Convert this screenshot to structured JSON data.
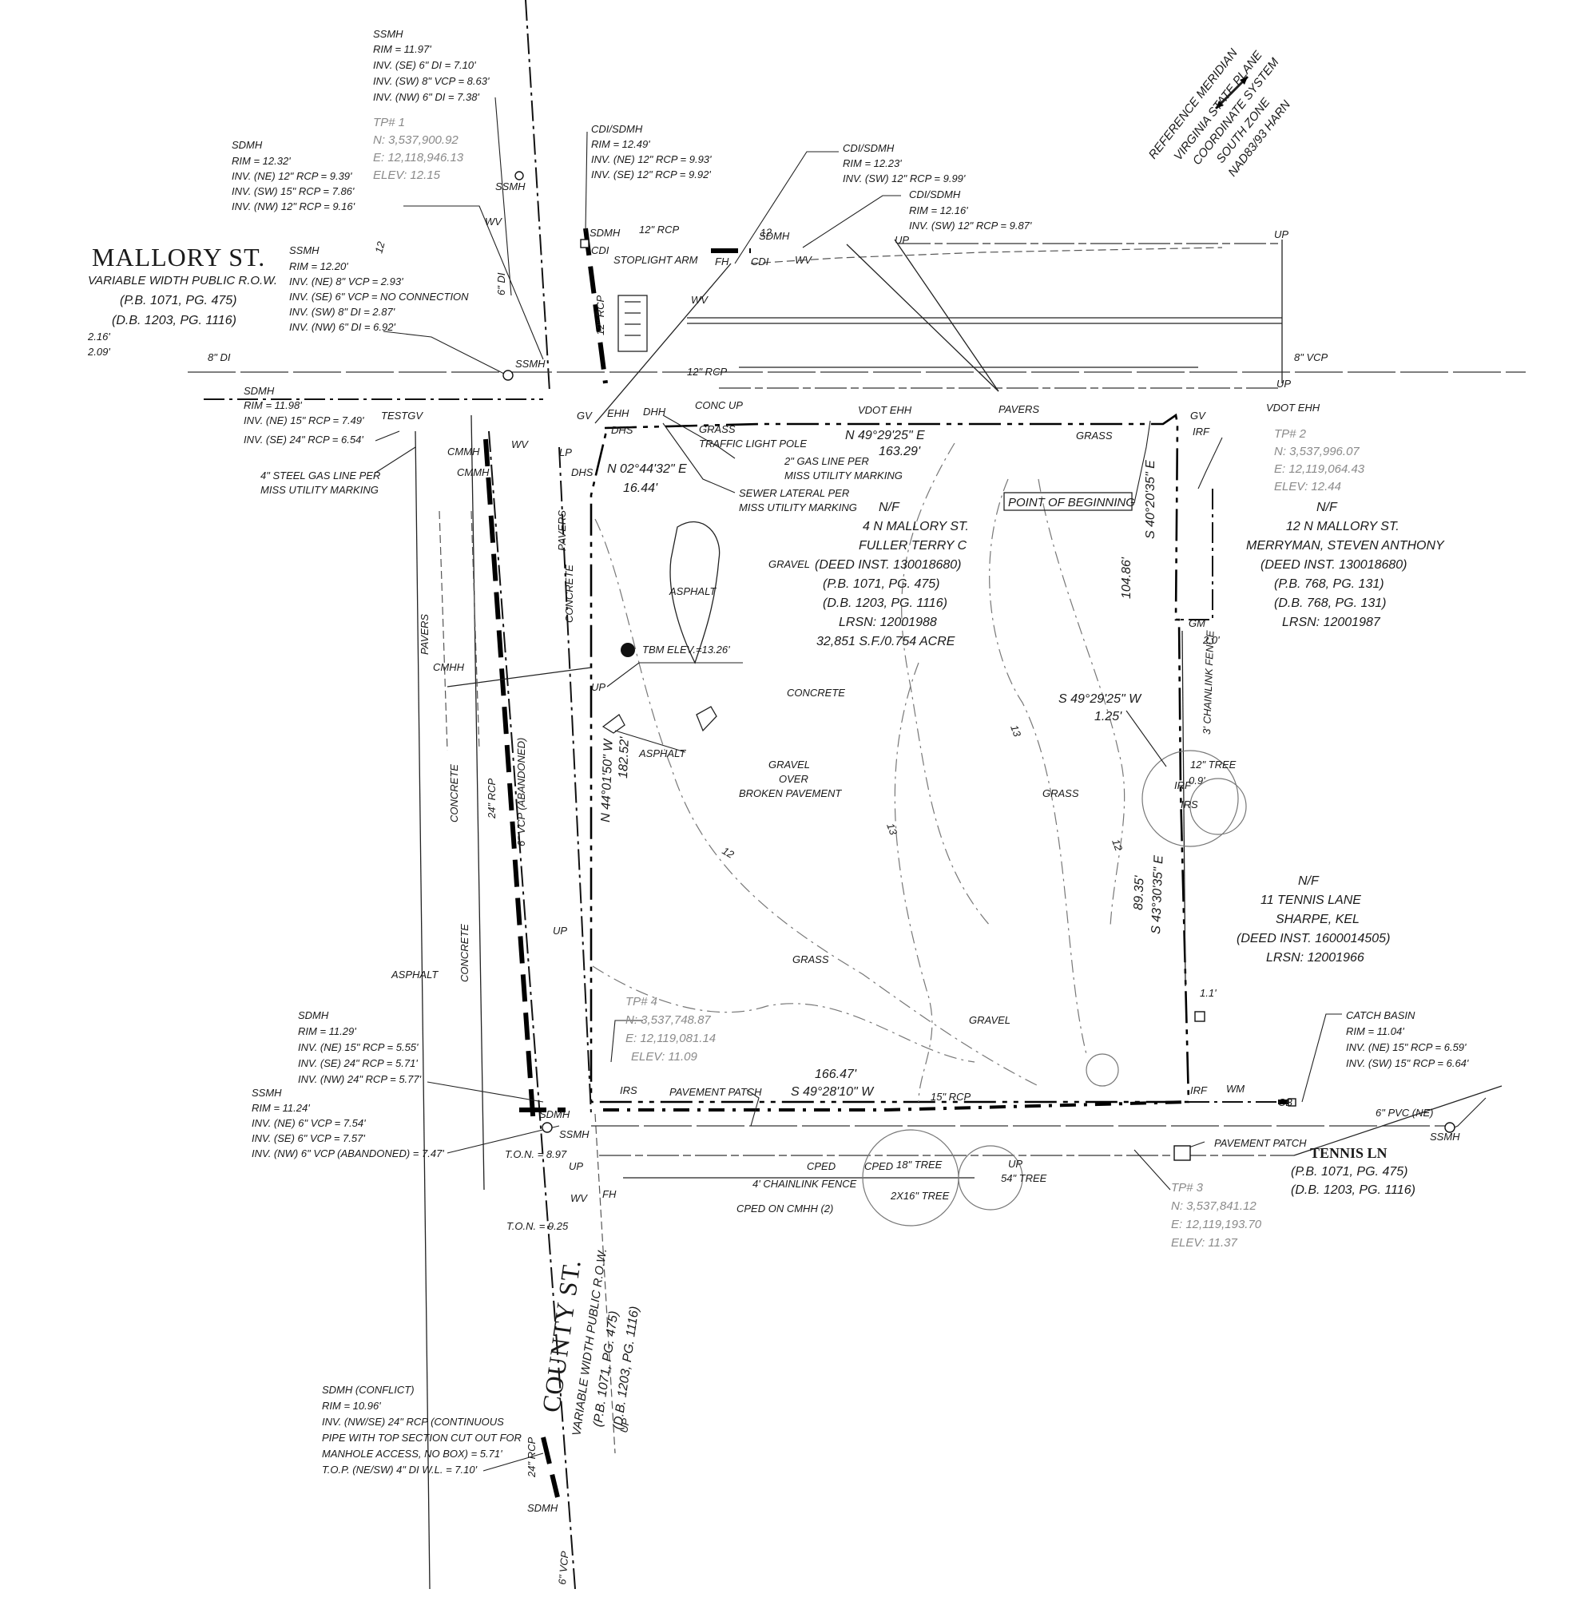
{
  "streets": {
    "mallory": {
      "name": "MALLORY ST.",
      "row": "VARIABLE WIDTH PUBLIC R.O.W.",
      "pb": "(P.B. 1071, PG. 475)",
      "db": "(D.B. 1203, PG. 1116)",
      "val1": "2.16'",
      "val2": "2.09'"
    },
    "county": {
      "name": "COUNTY ST.",
      "row": "VARIABLE WIDTH PUBLIC R.O.W.",
      "pb": "(P.B. 1071, PG. 475)",
      "db": "(D.B. 1203, PG. 1116)"
    },
    "tennis": {
      "name": "TENNIS LN",
      "pb": "(P.B. 1071, PG. 475)",
      "db": "(D.B. 1203, PG. 1116)"
    }
  },
  "meridian": [
    "REFERENCE MERIDIAN",
    "VIRGINIA STATE PLANE",
    "COORDINATE SYSTEM",
    "SOUTH ZONE",
    "NAD83/93 HARN"
  ],
  "subject": [
    "N/F",
    "4 N MALLORY ST.",
    "FULLER TERRY C",
    "(DEED INST. 130018680)",
    "(P.B. 1071, PG. 475)",
    "(D.B. 1203, PG. 1116)",
    "LRSN:  12001988",
    "32,851 S.F./0.754 ACRE"
  ],
  "adjoiner_ne": [
    "N/F",
    "12 N MALLORY ST.",
    "MERRYMAN, STEVEN ANTHONY",
    "(DEED INST. 130018680)",
    "(P.B. 768, PG. 131)",
    "(D.B. 768, PG. 131)",
    "LRSN:  12001987"
  ],
  "adjoiner_se": [
    "N/F",
    "11 TENNIS LANE",
    "SHARPE, KEL",
    "(DEED INST. 1600014505)",
    "LRSN:  12001966"
  ],
  "point_of_beginning": "POINT OF BEGINNING",
  "bearings": {
    "b1": "N 49°29'25\" E",
    "d1": "163.29'",
    "b2": "S 40°20'35\" E",
    "d2": "104.86'",
    "b3": "S 49°29'25\" W",
    "d3": "1.25'",
    "b4": "S 43°30'35\" E",
    "d4": "89.35'",
    "b5": "S 49°28'10\" W",
    "d5": "166.47'",
    "b6": "N 44°01'50\" W",
    "d6": "182.52'",
    "b7": "N 02°44'32\" E",
    "d7": "16.44'"
  },
  "tps": [
    {
      "id": "TP# 1",
      "n": "N: 3,537,900.92",
      "e": "E: 12,118,946.13",
      "elev": "ELEV: 12.15"
    },
    {
      "id": "TP# 2",
      "n": "N: 3,537,996.07",
      "e": "E: 12,119,064.43",
      "elev": "ELEV: 12.44"
    },
    {
      "id": "TP# 3",
      "n": "N: 3,537,841.12",
      "e": "E: 12,119,193.70",
      "elev": "ELEV: 11.37"
    },
    {
      "id": "TP# 4",
      "n": "N: 3,537,748.87",
      "e": "E: 12,119,081.14",
      "elev": "ELEV: 11.09"
    }
  ],
  "notes": {
    "ssmh_top": [
      "SSMH",
      "RIM = 11.97'",
      "INV. (SE) 6\" DI = 7.10'",
      "INV. (SW) 8\" VCP = 8.63'",
      "INV. (NW) 6\" DI = 7.38'"
    ],
    "sdmh_a": [
      "SDMH",
      "RIM = 12.32'",
      "INV. (NE) 12\" RCP = 9.39'",
      "INV. (SW) 15\" RCP = 7.86'",
      "INV. (NW) 12\" RCP = 9.16'"
    ],
    "ssmh_b": [
      "SSMH",
      "RIM = 12.20'",
      "INV. (NE) 8\" VCP = 2.93'",
      "INV. (SE) 6\" VCP = NO CONNECTION",
      "INV. (SW) 8\" DI = 2.87'",
      "INV. (NW) 6\" DI = 6.92'"
    ],
    "sdmh_c": [
      "SDMH",
      "RIM = 11.98'",
      "INV. (NE) 15\" RCP = 7.49'",
      "INV. (SE) 24\" RCP = 6.54'"
    ],
    "cdi1": [
      "CDI/SDMH",
      "RIM = 12.49'",
      "INV. (NE) 12\" RCP = 9.93'",
      "INV. (SE) 12\" RCP = 9.92'"
    ],
    "cdi2": [
      "CDI/SDMH",
      "RIM = 12.23'",
      "INV. (SW) 12\" RCP = 9.99'"
    ],
    "cdi3": [
      "CDI/SDMH",
      "RIM = 12.16'",
      "INV. (SW) 12\" RCP = 9.87'"
    ],
    "gasline": [
      "4\" STEEL GAS LINE PER",
      "MISS UTILITY MARKING"
    ],
    "sdmh_d": [
      "SDMH",
      "RIM = 11.29'",
      "INV. (NE) 15\" RCP = 5.55'",
      "INV. (SE) 24\" RCP = 5.71'",
      "INV. (NW) 24\" RCP = 5.77'"
    ],
    "ssmh_e": [
      "SSMH",
      "RIM = 11.24'",
      "INV. (NE) 6\" VCP = 7.54'",
      "INV. (SE) 6\" VCP = 7.57'",
      "INV. (NW) 6\" VCP (ABANDONED) = 7.47'"
    ],
    "catch": [
      "CATCH BASIN",
      "RIM = 11.04'",
      "INV. (NE) 15\" RCP = 6.59'",
      "INV. (SW) 15\" RCP = 6.64'"
    ],
    "conflict": [
      "SDMH (CONFLICT)",
      "RIM = 10.96'",
      "INV. (NW/SE) 24\" RCP (CONTINUOUS",
      "PIPE WITH TOP SECTION CUT OUT FOR",
      "MANHOLE ACCESS, NO BOX) = 5.71'",
      "T.O.P. (NE/SW) 4\" DI W.L. = 7.10'"
    ],
    "gas2": [
      "2\" GAS LINE PER",
      "MISS UTILITY MARKING"
    ],
    "sewer": [
      "SEWER LATERAL PER",
      "MISS UTILITY MARKING"
    ]
  },
  "labels": {
    "ssmh": "SSMH",
    "sdmh": "SDMH",
    "cdi": "CDI",
    "wv": "WV",
    "fh": "FH",
    "up": "UP",
    "lp": "LP",
    "dhs": "DHS",
    "gv": "GV",
    "cmmh": "CMMH",
    "cmhh": "CMHH",
    "ehh": "EHH",
    "dhh": "DHH",
    "testgv": "TESTGV",
    "irf": "IRF",
    "irs": "IRS",
    "gm": "GM",
    "wm": "WM",
    "cb": "CB",
    "vdotehh": "VDOT EHH",
    "stoplight": "STOPLIGHT ARM",
    "rcp12": "12\" RCP",
    "rcp12b": "12\" RCP",
    "concup": "CONC UP",
    "traffic": "TRAFFIC LIGHT POLE",
    "grass": "GRASS",
    "gravel": "GRAVEL",
    "asphalt": "ASPHALT",
    "concrete": "CONCRETE",
    "pavers": "PAVERS",
    "gravelover": [
      "GRAVEL",
      "OVER",
      "BROKEN PAVEMENT"
    ],
    "tbm": "TBM ELEV.=13.26'",
    "rcp24": "24\" RCP",
    "vcp6ab": "6\" VCP (ABANDONED)",
    "di8": "8\" DI",
    "vcp8": "8\" VCP",
    "di6": "6\" DI",
    "pavpatch": "PAVEMENT PATCH",
    "rcp15": "15\" RCP",
    "fence4": "4' CHAINLINK FENCE",
    "fence3": "3' CHAINLINK FENCE",
    "cped": "CPED ON CMHH (2)",
    "cped1": "CPED",
    "tree18": "18\" TREE",
    "tree2x16": "2X16\" TREE",
    "tree54": "54\" TREE",
    "tree12": "12\" TREE",
    "pvc6": "6\" PVC (NE)",
    "ton1": "T.O.N. = 8.97",
    "ton2": "T.O.N. = 9.25",
    "rcp24b": "24\" RCP",
    "vcp6": "6\" VCP",
    "off20": "2.0'",
    "off09": "0.9'",
    "off11": "1.1'",
    "c12": "12",
    "c13": "13"
  }
}
